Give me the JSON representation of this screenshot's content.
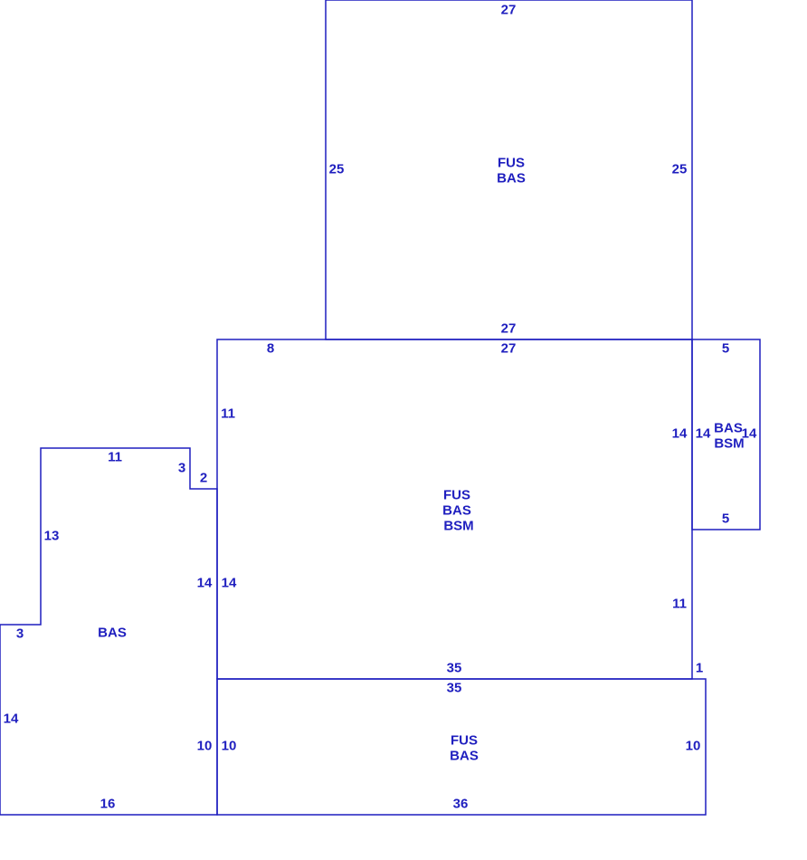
{
  "colors": {
    "line": "#1f1fbf",
    "text": "#1f1fbf",
    "background": "#ffffff"
  },
  "areas": [
    {
      "id": "top",
      "labels": [
        "FUS",
        "BAS"
      ]
    },
    {
      "id": "main",
      "labels": [
        "FUS",
        "BAS",
        "BSM"
      ]
    },
    {
      "id": "right-small",
      "labels": [
        "BAS",
        "BSM"
      ]
    },
    {
      "id": "bottom",
      "labels": [
        "FUS",
        "BAS"
      ]
    },
    {
      "id": "left",
      "labels": [
        "BAS"
      ]
    }
  ],
  "dimensions": {
    "top_top": "27",
    "top_left": "25",
    "top_right": "25",
    "top_bottom": "27",
    "main_top_left": "8",
    "main_top": "27",
    "main_left_upper": "11",
    "main_right_upper": "14",
    "main_left_lower": "14",
    "main_right_lower": "11",
    "main_bottom": "35",
    "main_right_step": "1",
    "right_small_top": "5",
    "right_small_left": "14",
    "right_small_right": "14",
    "right_small_bottom": "5",
    "bottom_top": "35",
    "bottom_left": "10",
    "bottom_right": "10",
    "bottom_bottom": "36",
    "left_top": "11",
    "left_notch_down": "3",
    "left_notch_right": "2",
    "left_upper_side": "13",
    "left_right_side": "14",
    "left_step": "3",
    "left_lower_side": "14",
    "left_right_lower": "10",
    "left_bottom": "16"
  }
}
